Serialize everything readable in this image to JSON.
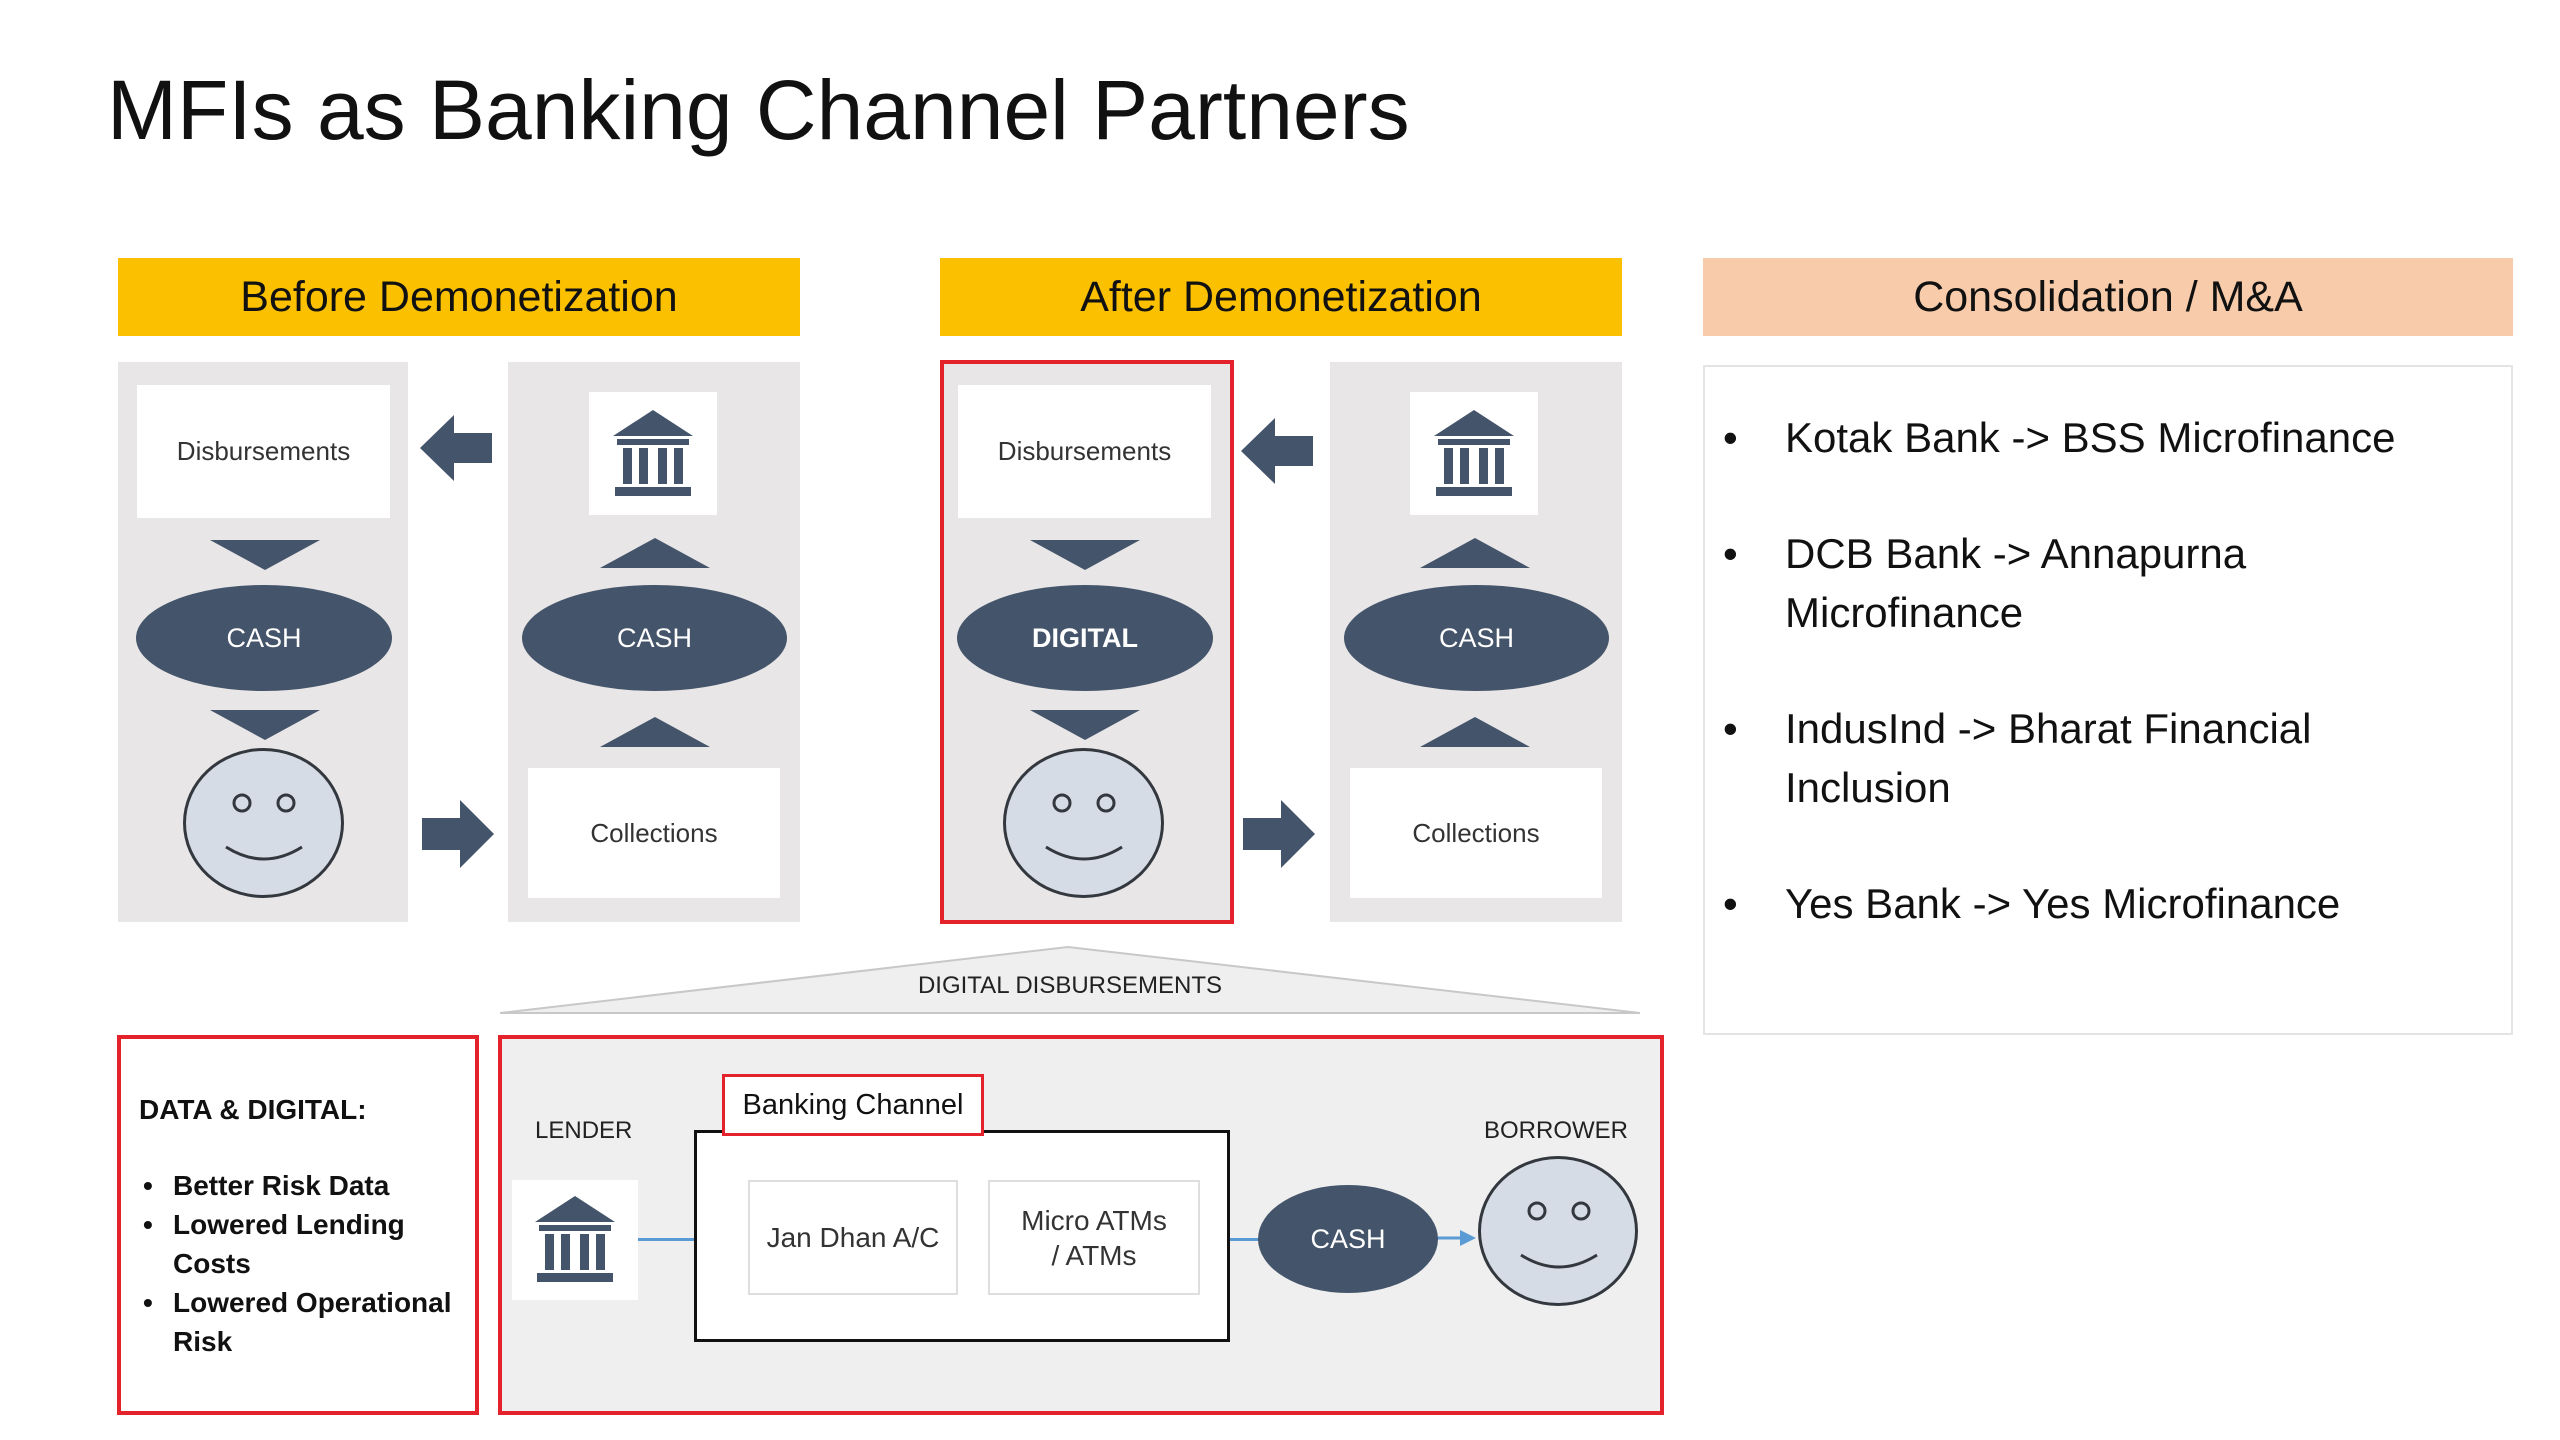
{
  "slide": {
    "title": "MFIs as Banking Channel Partners"
  },
  "before": {
    "header": "Before Demonetization",
    "disbursements": "Disbursements",
    "cash_left": "CASH",
    "cash_right": "CASH",
    "collections": "Collections"
  },
  "after": {
    "header": "After Demonetization",
    "disbursements": "Disbursements",
    "digital": "DIGITAL",
    "cash_right": "CASH",
    "collections": "Collections"
  },
  "consolidation": {
    "header": "Consolidation / M&A",
    "items": [
      "Kotak Bank -> BSS Microfinance",
      "DCB Bank -> Annapurna Microfinance",
      "IndusInd -> Bharat Financial Inclusion",
      "Yes Bank -> Yes Microfinance"
    ]
  },
  "digital_disbursements": {
    "caption": "DIGITAL DISBURSEMENTS",
    "lender": "LENDER",
    "borrower": "BORROWER",
    "banking_channel": "Banking Channel",
    "jan_dhan": "Jan Dhan A/C",
    "micro_atms": "Micro ATMs / ATMs",
    "cash": "CASH"
  },
  "data_digital": {
    "title": "DATA & DIGITAL:",
    "items": [
      "Better Risk Data",
      "Lowered Lending Costs",
      "Lowered Operational Risk"
    ]
  },
  "colors": {
    "header_yellow": "#fbc100",
    "header_peach": "#f8ccaa",
    "shape_navy": "#44546a",
    "highlight_red": "#e3222b",
    "panel_grey": "#e8e6e6",
    "face_fill": "#d6dce5"
  },
  "icons": [
    "bank-icon",
    "smiley-face-icon",
    "arrow-left-icon",
    "arrow-right-icon",
    "triangle-down-icon",
    "triangle-up-icon"
  ]
}
